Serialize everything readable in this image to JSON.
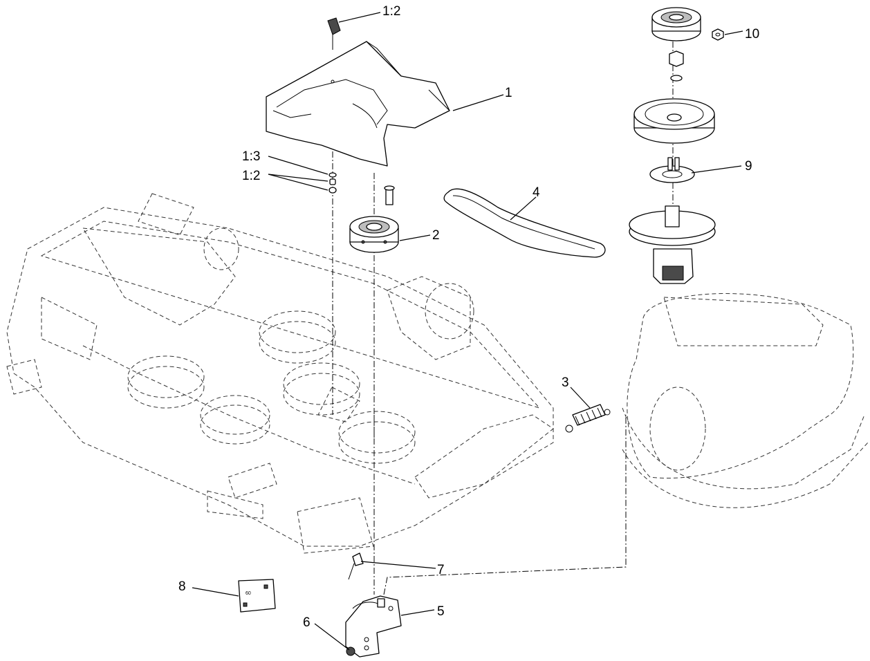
{
  "callouts": {
    "c1_2_top": "1:2",
    "c1": "1",
    "c1_3": "1:3",
    "c1_2_mid": "1:2",
    "c2": "2",
    "c3": "3",
    "c4": "4",
    "c5": "5",
    "c6": "6",
    "c7": "7",
    "c8": "8",
    "c9": "9",
    "c10": "10"
  },
  "decal_text": "60"
}
